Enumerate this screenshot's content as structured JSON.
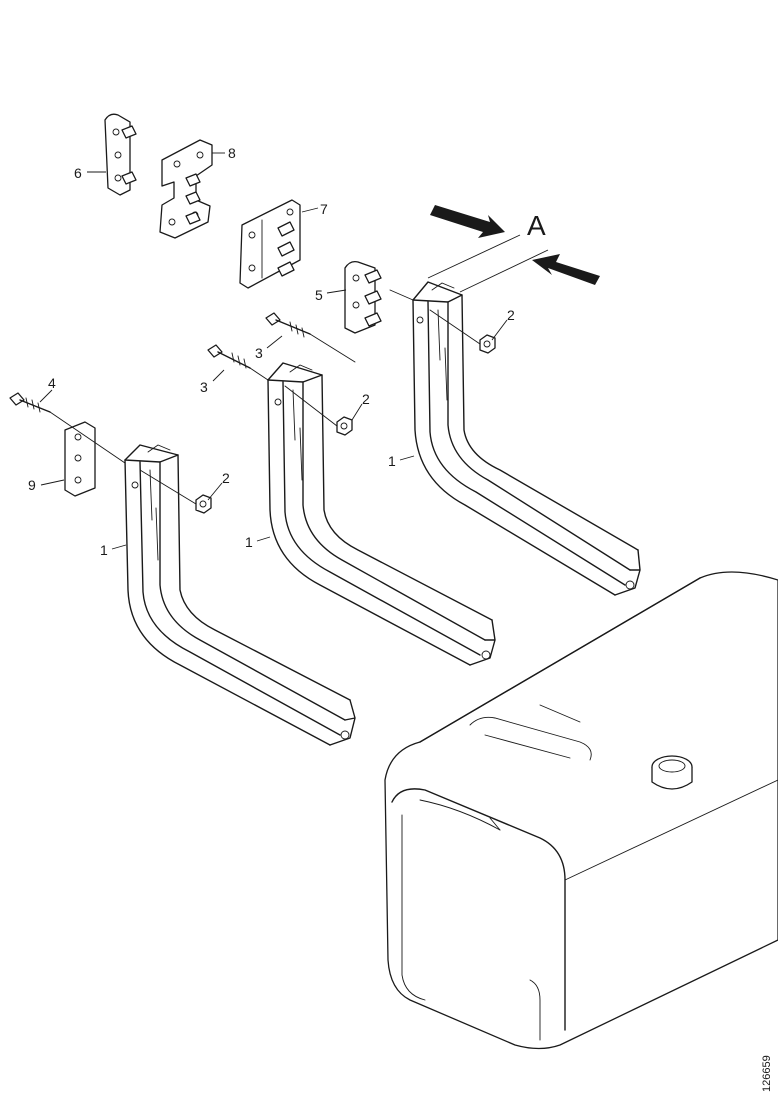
{
  "callouts": {
    "bracket_1a": "1",
    "bracket_1b": "1",
    "bracket_1c": "1",
    "nut_2a": "2",
    "nut_2b": "2",
    "nut_2c": "2",
    "bolt_3a": "3",
    "bolt_3b": "3",
    "bolt_4": "4",
    "plate_5": "5",
    "plate_6": "6",
    "plate_7": "7",
    "plate_8": "8",
    "plate_9": "9"
  },
  "view_label": "A",
  "drawing_number": "126659"
}
